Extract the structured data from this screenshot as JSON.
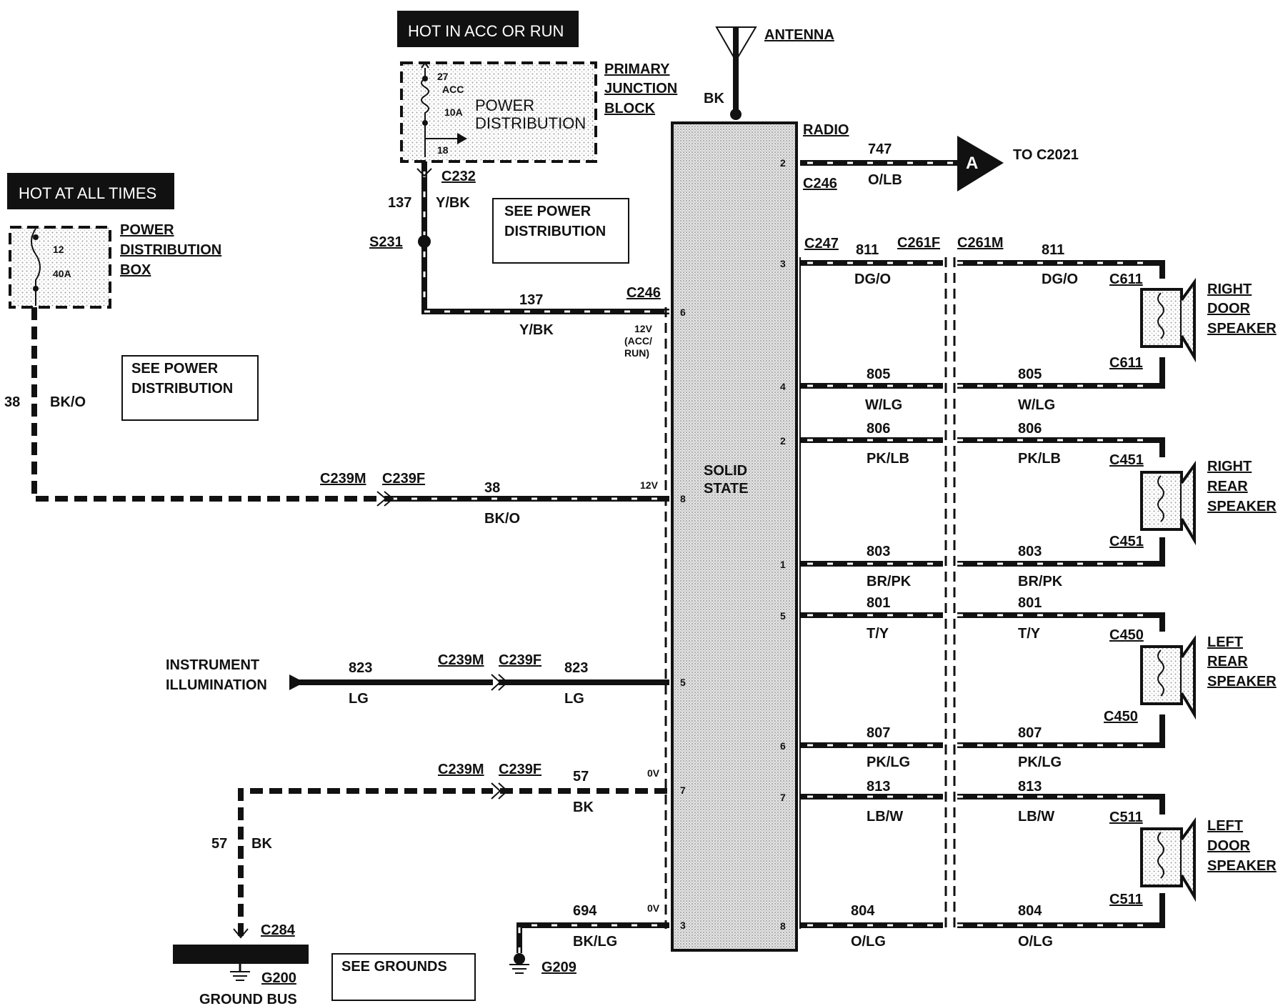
{
  "headers": {
    "hot_acc_run": "HOT IN ACC OR RUN",
    "hot_all_times": "HOT AT ALL TIMES"
  },
  "primary_junction_block": {
    "title_lines": [
      "PRIMARY",
      "JUNCTION",
      "BLOCK"
    ],
    "fuse_num": "27",
    "fuse_acc": "ACC",
    "fuse_rating": "10A",
    "label_lines": [
      "POWER",
      "DISTRIBUTION"
    ],
    "pin": "18"
  },
  "power_distribution_box": {
    "title_lines": [
      "POWER",
      "DISTRIBUTION",
      "BOX"
    ],
    "fuse_num": "12",
    "fuse_rating": "40A"
  },
  "see_boxes": {
    "power_dist_lines": [
      "SEE POWER",
      "DISTRIBUTION"
    ],
    "grounds": "SEE GROUNDS"
  },
  "antenna": {
    "label": "ANTENNA",
    "wire": "BK"
  },
  "radio": {
    "label": "RADIO",
    "inner_lines": [
      "SOLID",
      "STATE"
    ]
  },
  "connectors": {
    "c232": "C232",
    "c246": "C246",
    "c247": "C247",
    "c261f": "C261F",
    "c261m": "C261M",
    "c239m": "C239M",
    "c239f": "C239F",
    "c284": "C284",
    "c611": "C611",
    "c451": "C451",
    "c450": "C450",
    "c511": "C511"
  },
  "splice": "S231",
  "grounds": {
    "g200": "G200",
    "g209": "G209",
    "ground_bus": "GROUND BUS"
  },
  "instrument_illumination_lines": [
    "INSTRUMENT",
    "ILLUMINATION"
  ],
  "output_a": {
    "wire": "747",
    "color": "O/LB",
    "marker": "A",
    "to": "TO C2021",
    "pin": "2"
  },
  "left_circuits": {
    "c137": {
      "num": "137",
      "color": "Y/BK",
      "pin": "6",
      "note_lines": [
        "12V",
        "(ACC/",
        "RUN)"
      ]
    },
    "c38": {
      "num": "38",
      "color": "BK/O",
      "pin": "8",
      "note": "12V"
    },
    "c823": {
      "num": "823",
      "color": "LG",
      "pin": "5"
    },
    "c57": {
      "num": "57",
      "color": "BK",
      "pin": "7",
      "note": "0V"
    },
    "c694": {
      "num": "694",
      "color": "BK/LG",
      "pin": "3",
      "note": "0V"
    }
  },
  "right_circuits": [
    {
      "num": "811",
      "color": "DG/O",
      "pin": "3"
    },
    {
      "num": "805",
      "color": "W/LG",
      "pin": "4"
    },
    {
      "num": "806",
      "color": "PK/LB",
      "pin": "2"
    },
    {
      "num": "803",
      "color": "BR/PK",
      "pin": "1"
    },
    {
      "num": "801",
      "color": "T/Y",
      "pin": "5"
    },
    {
      "num": "807",
      "color": "PK/LG",
      "pin": "6"
    },
    {
      "num": "813",
      "color": "LB/W",
      "pin": "7"
    },
    {
      "num": "804",
      "color": "O/LG",
      "pin": "8"
    }
  ],
  "speakers": [
    {
      "lines": [
        "RIGHT",
        "DOOR",
        "SPEAKER"
      ],
      "connector": "C611"
    },
    {
      "lines": [
        "RIGHT",
        "REAR",
        "SPEAKER"
      ],
      "connector": "C451"
    },
    {
      "lines": [
        "LEFT",
        "REAR",
        "SPEAKER"
      ],
      "connector": "C450"
    },
    {
      "lines": [
        "LEFT",
        "DOOR",
        "SPEAKER"
      ],
      "connector": "C511"
    }
  ]
}
